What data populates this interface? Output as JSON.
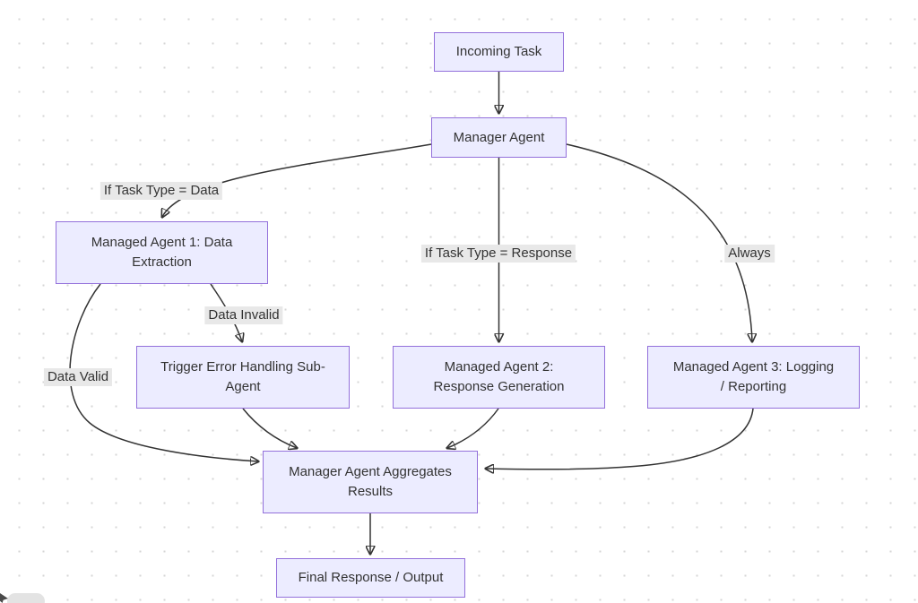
{
  "diagram": {
    "nodes": {
      "incoming_task": {
        "label": "Incoming Task"
      },
      "manager_agent": {
        "label": "Manager Agent"
      },
      "agent1": {
        "label": "Managed Agent 1: Data\nExtraction"
      },
      "error_subagent": {
        "label": "Trigger Error Handling Sub-\nAgent"
      },
      "agent2": {
        "label": "Managed Agent 2:\nResponse Generation"
      },
      "agent3": {
        "label": "Managed Agent 3: Logging\n/ Reporting"
      },
      "aggregate": {
        "label": "Manager Agent Aggregates\nResults"
      },
      "final_output": {
        "label": "Final Response / Output"
      }
    },
    "edge_labels": {
      "task_type_data": {
        "label": "If Task Type = Data"
      },
      "task_type_response": {
        "label": "If Task Type = Response"
      },
      "always": {
        "label": "Always"
      },
      "data_invalid": {
        "label": "Data Invalid"
      },
      "data_valid": {
        "label": "Data Valid"
      }
    },
    "colors": {
      "node_fill": "#ECECFF",
      "node_border": "#9370DB",
      "edge_stroke": "#333333",
      "edge_label_bg": "#e8e8e8",
      "text": "#333333"
    }
  }
}
